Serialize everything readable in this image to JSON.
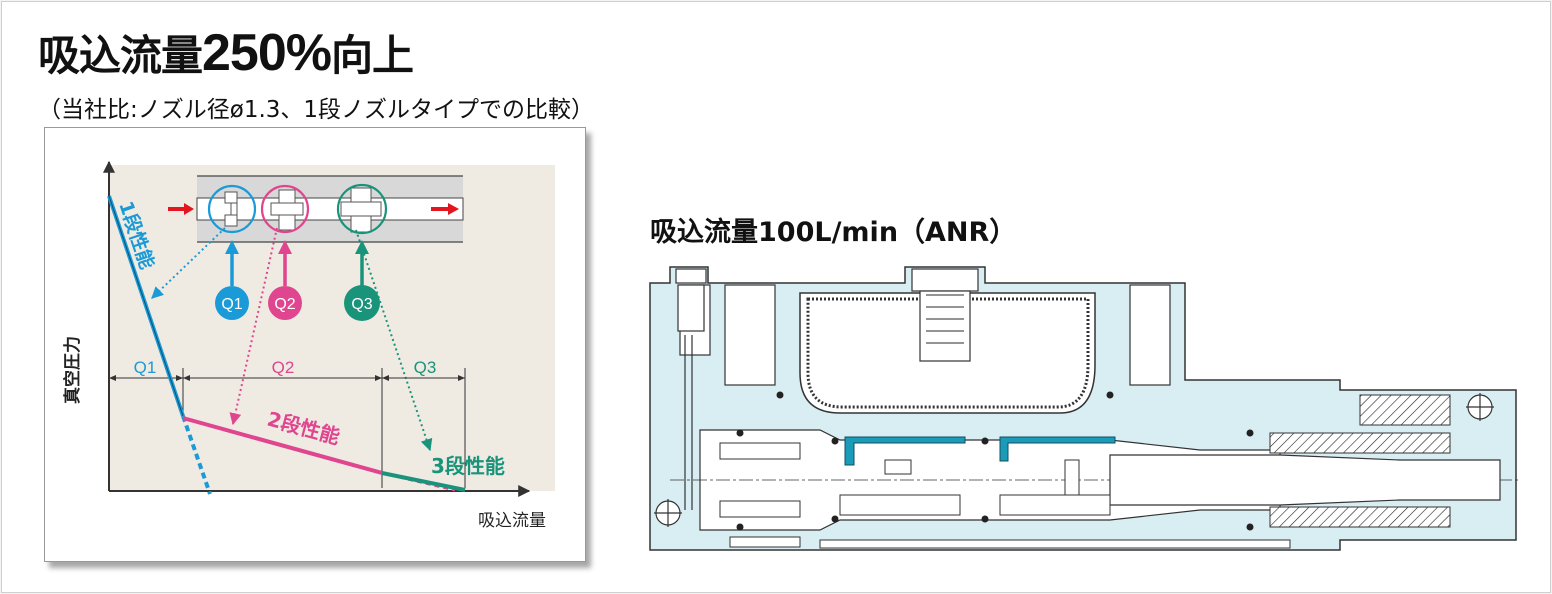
{
  "header": {
    "title_pre": "吸込流量",
    "title_num": "250%",
    "title_post": "向上",
    "subtitle": "（当社比:ノズル径ø1.3、1段ノズルタイプでの比較）"
  },
  "graph": {
    "y_axis_label": "真空圧力",
    "x_axis_label": "吸込流量",
    "curve_labels": {
      "stage1": "1段性能",
      "stage2": "2段性能",
      "stage3": "3段性能"
    },
    "range_labels": [
      "Q1",
      "Q2",
      "Q3"
    ],
    "nozzle_badges": [
      "Q1",
      "Q2",
      "Q3"
    ],
    "colors": {
      "stage1": "#1a9ad6",
      "stage2": "#e0458f",
      "stage3": "#1a937b",
      "arrow": "#e3151f"
    }
  },
  "cross_section": {
    "title": "吸込流量100L/min（ANR）",
    "fill_color": "#d9eef3",
    "highlight_color": "#1a9bb8"
  }
}
